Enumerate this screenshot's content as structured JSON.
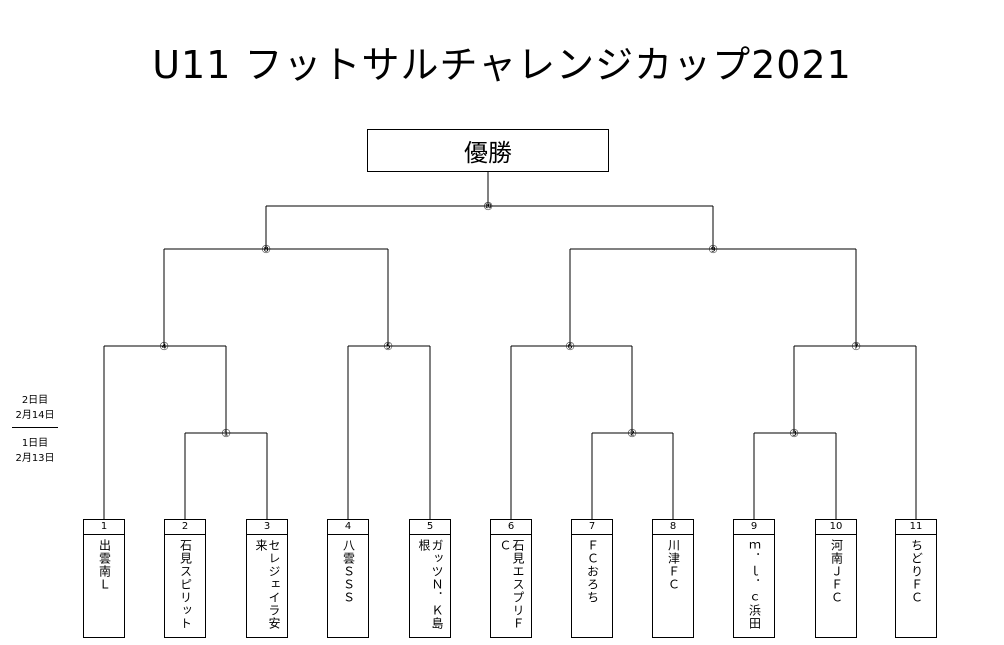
{
  "title": "U11 フットサルチャレンジカップ2021",
  "winner_label": "優勝",
  "days": {
    "day2": {
      "label": "2日目",
      "date": "2月14日"
    },
    "day1": {
      "label": "1日目",
      "date": "2月13日"
    }
  },
  "matches": {
    "m1": "①",
    "m2": "②",
    "m3": "③",
    "m4": "④",
    "m5": "⑤",
    "m6": "⑥",
    "m7": "⑦",
    "m8": "⑧",
    "m9": "⑨",
    "m10": "⑩"
  },
  "teams": [
    {
      "num": "1",
      "name": "出雲南Ｌ"
    },
    {
      "num": "2",
      "name": "石見スピリット"
    },
    {
      "num": "3",
      "name": "セレジェイラ安来"
    },
    {
      "num": "4",
      "name": "八雲ＳＳＳ"
    },
    {
      "num": "5",
      "name": "ガッツＮ．Ｋ島根"
    },
    {
      "num": "6",
      "name": "石見エスプリＦＣ"
    },
    {
      "num": "7",
      "name": "ＦＣおろち"
    },
    {
      "num": "8",
      "name": "川津ＦＣ"
    },
    {
      "num": "9",
      "name": "ｍ．ｌ．ｃ浜田"
    },
    {
      "num": "10",
      "name": "河南ＪＦＣ"
    },
    {
      "num": "11",
      "name": "ちどりＦＣ"
    }
  ]
}
